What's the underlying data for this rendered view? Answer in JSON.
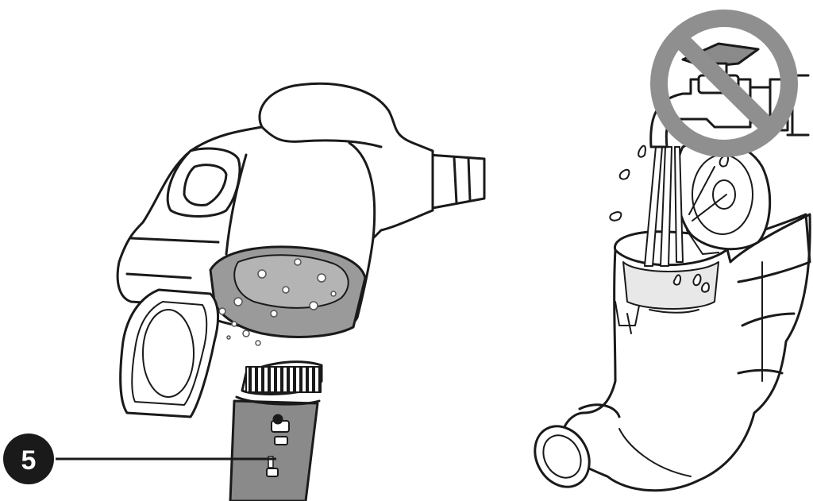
{
  "callout": {
    "number": "5"
  },
  "colors": {
    "outline": "#1a1a1a",
    "dust_cup_grey": "#9a9a9a",
    "brush_grey": "#8a8a8a",
    "prohibit_grey": "#8f8f8f",
    "water": "#ffffff",
    "callout_fill": "#1a1a1a",
    "callout_text": "#ffffff"
  },
  "icons": {
    "left_panel": "dust-cup-emptying-illustration",
    "right_panel": "no-water-rinse-illustration",
    "prohibition": "prohibited-sign-icon",
    "tap": "water-tap-icon",
    "brush": "crevice-brush-tool-icon"
  }
}
